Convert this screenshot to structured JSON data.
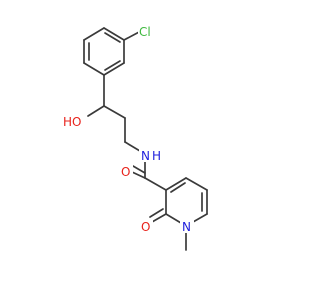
{
  "molecule": {
    "atom_labels": {
      "chlorine": "Cl",
      "hydroxyl": "HO",
      "amide_nitrogen": "N",
      "amide_hydrogen": "H",
      "carbonyl_oxygen": "O",
      "pyridone_oxygen": "O",
      "ring_nitrogen": "N"
    },
    "colors": {
      "bond": "#3a3a3a",
      "chlorine": "#3fb93f",
      "oxygen": "#e8231c",
      "nitrogen": "#1e1edc"
    }
  }
}
